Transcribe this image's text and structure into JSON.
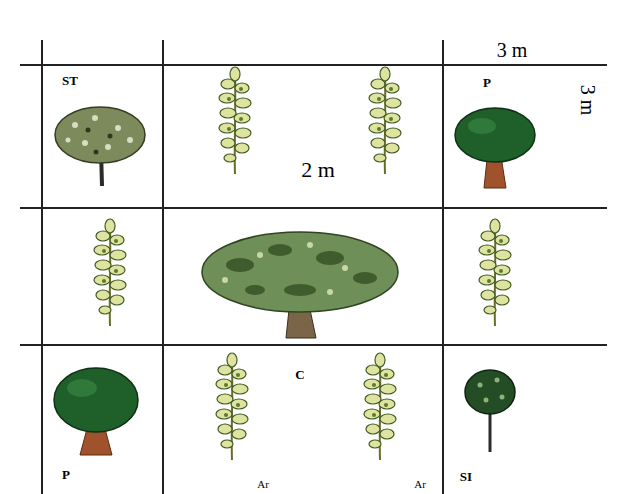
{
  "diagram": {
    "labels": [
      "3 m",
      "ST",
      "P",
      "3 m",
      "2 m",
      "C",
      "P",
      "Ar",
      "Ar",
      "SI"
    ]
  }
}
